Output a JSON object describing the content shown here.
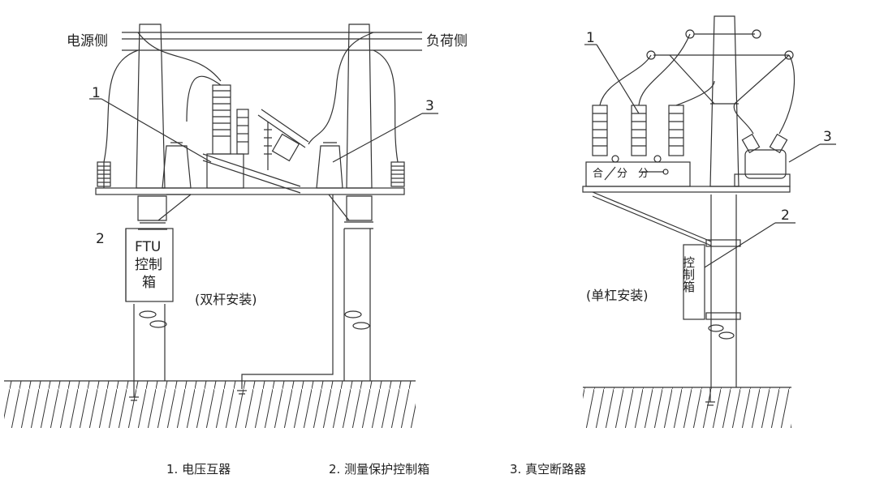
{
  "left": {
    "source_side": "电源侧",
    "load_side": "负荷侧",
    "callout_1": "1",
    "callout_2": "2",
    "callout_3": "3",
    "ftu_line1": "FTU",
    "ftu_line2": "控制",
    "ftu_line3": "箱",
    "mount_type": "(双杆安装)"
  },
  "right": {
    "callout_1": "1",
    "callout_2": "2",
    "callout_3": "3",
    "switch_labels": [
      "合",
      "分",
      "分"
    ],
    "control_box": "控制箱",
    "mount_type": "(单杠安装)"
  },
  "legend": {
    "item_1": "1. 电压互器",
    "item_2": "2. 测量保护控制箱",
    "item_3": "3. 真空断路器"
  }
}
